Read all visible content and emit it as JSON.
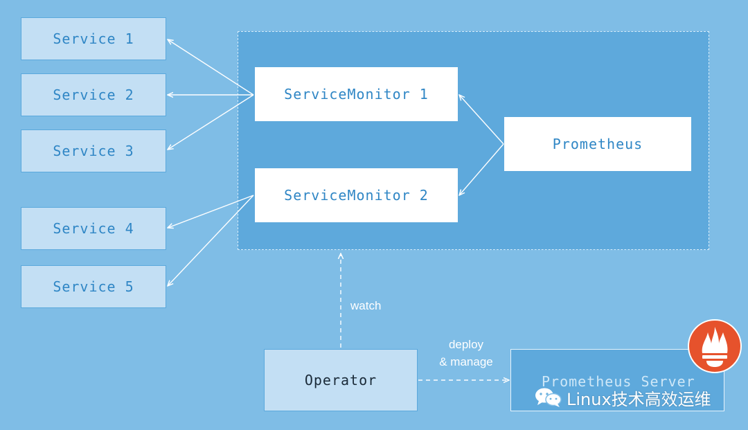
{
  "services": [
    "Service 1",
    "Service 2",
    "Service 3",
    "Service 4",
    "Service 5"
  ],
  "monitors": [
    "ServiceMonitor 1",
    "ServiceMonitor 2"
  ],
  "prometheus": "Prometheus",
  "operator": "Operator",
  "prometheus_server": "Prometheus Server",
  "edges": {
    "watch": "watch",
    "deploy_line1": "deploy",
    "deploy_line2": "& manage"
  },
  "watermark": "Linux技术高效运维",
  "icons": [
    "prometheus-logo-icon",
    "wechat-icon"
  ],
  "colors": {
    "background": "#7fbde6",
    "group": "#5ea9dc",
    "service_box": "#c3dff4",
    "text_blue": "#2f86c5",
    "logo": "#e6522c"
  }
}
